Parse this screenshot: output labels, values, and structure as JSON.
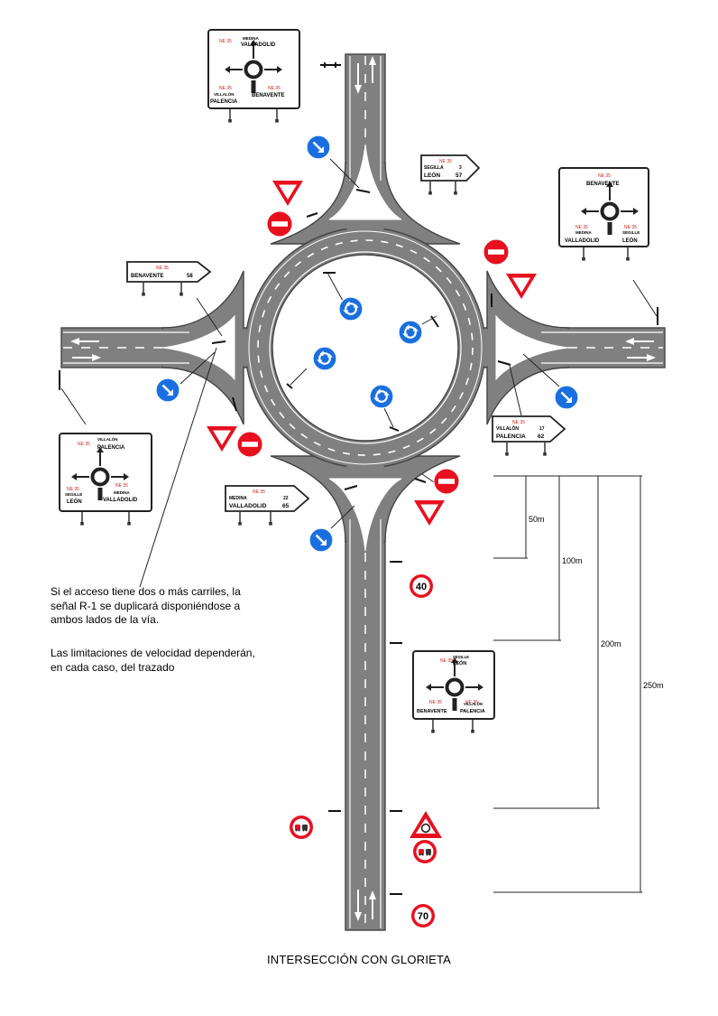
{
  "notes": {
    "lane_note": "Si el acceso tiene dos o más carriles, la\nseñal R-1 se duplicará disponiéndose a\nambos lados de la vía.",
    "speed_note": "Las limitaciones de velocidad dependerán,\nen cada caso, del trazado"
  },
  "caption": "INTERSECCIÓN CON GLORIETA",
  "distances": [
    "50m",
    "100m",
    "200m",
    "250m"
  ],
  "speed_limits": {
    "near": "40",
    "far": "70"
  },
  "colors": {
    "road": "#808080",
    "sign_blue": "#1a6fe0",
    "sign_red": "#e8101f",
    "road_code": "#d42020"
  },
  "diagram_signs": {
    "top_left": {
      "code_1": "NE 35",
      "dest_top": "MEDINA",
      "dest_top_big": "VALLADOLID",
      "code_2": "NE 35",
      "dest_left": "VILLALÓN",
      "dest_left_big": "PALENCIA",
      "code_3": "NE 35",
      "dest_right": "BENAVENTE"
    },
    "top_right": {
      "code_1": "NE 35",
      "dest_top": "BENAVENTE",
      "code_2": "NE 35",
      "code_3": "NE 35",
      "dest_left_small": "MEDINA",
      "dest_left": "VALLADOLID",
      "dest_right_small": "SEGILLE",
      "dest_right": "LEÓN"
    },
    "bottom_left": {
      "code_1": "NE 35",
      "dest_top": "VILLALÓN",
      "dest_top_big": "PALENCIA",
      "code_2": "NE 35",
      "dest_left_small": "SEGILLE",
      "dest_left": "LEÓN",
      "code_3": "NE 35",
      "dest_right_small": "MEDINA",
      "dest_right": "VALLADOLID"
    },
    "bottom": {
      "code_1": "NE 35",
      "dest_top": "SEGILLE",
      "dest_top_big": "LEÓN",
      "code_2": "NE 35",
      "dest_left": "BENAVENTE",
      "code_3": "NE 35",
      "dest_right_small": "VILLALÓN",
      "dest_right": "PALENCIA"
    },
    "arrow_north": {
      "code": "NE 35",
      "line1": "SEGILLA",
      "line1_km": "3",
      "line2": "LEÓN",
      "line2_km": "57"
    },
    "arrow_west": {
      "code": "NE 35",
      "line1": "BENAVENTE",
      "line1_km": "58"
    },
    "arrow_east": {
      "code": "NE 35",
      "line1": "VILLALÓN",
      "line1_km": "17",
      "line2": "PALENCIA",
      "line2_km": "62"
    },
    "arrow_south": {
      "code": "NE 35",
      "line1": "MEDINA",
      "line1_km": "22",
      "line2": "VALLADOLID",
      "line2_km": "65"
    }
  }
}
